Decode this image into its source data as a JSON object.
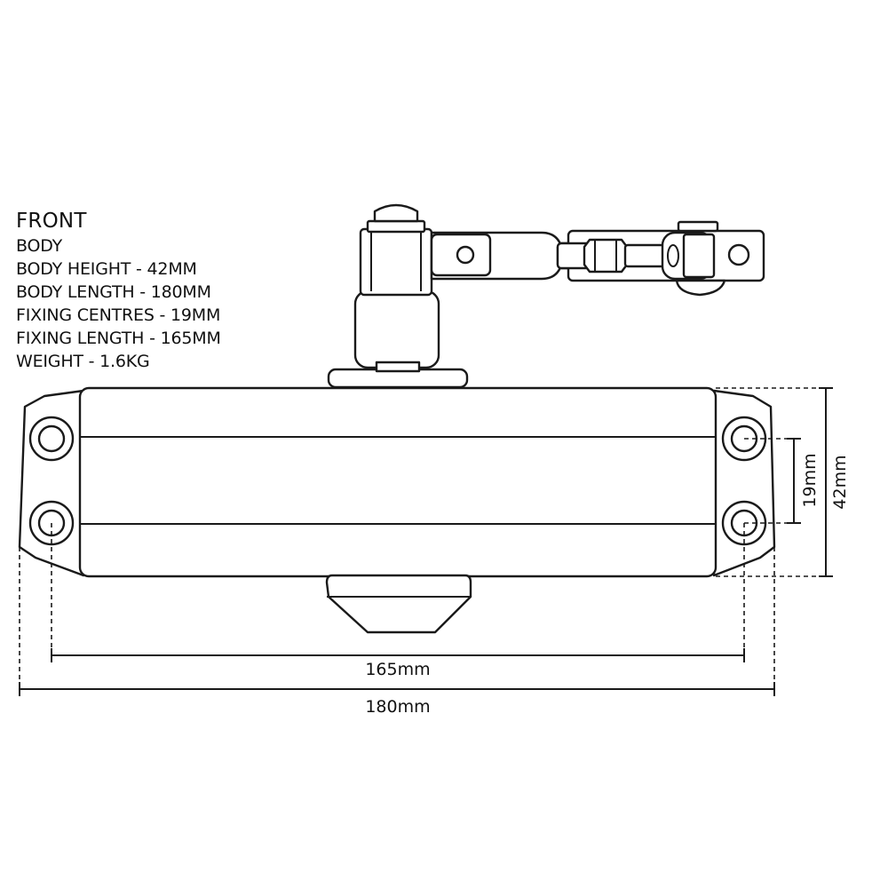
{
  "specs": {
    "view": "FRONT",
    "section": "BODY",
    "lines": [
      "BODY HEIGHT - 42MM",
      "BODY LENGTH - 180MM",
      "FIXING CENTRES - 19MM",
      "FIXING LENGTH - 165MM",
      "WEIGHT - 1.6KG"
    ]
  },
  "dimensions": {
    "fixing_length": "165mm",
    "body_length": "180mm",
    "fixing_centres": "19mm",
    "body_height": "42mm"
  }
}
